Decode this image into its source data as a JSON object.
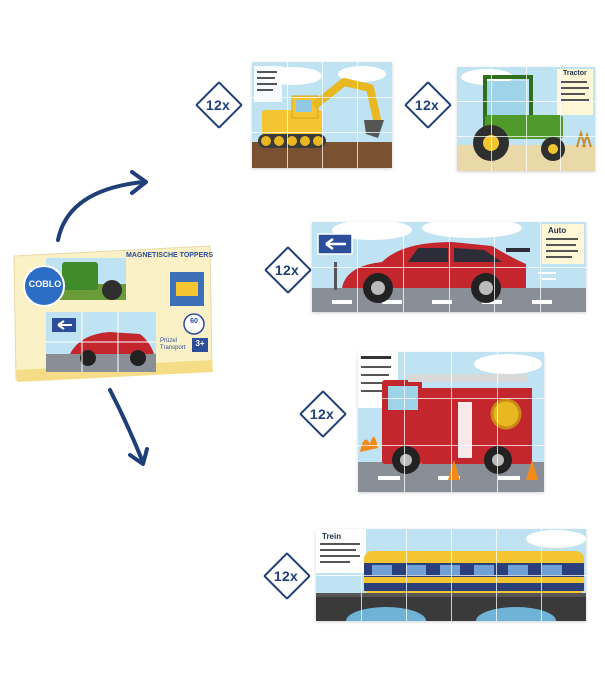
{
  "box": {
    "brand": "COBLO",
    "title": "MAGNETISCHE TOPPERS",
    "count_badge": "60",
    "subtitle_line1": "Prüzel",
    "subtitle_line2": "Transport",
    "age": "3+"
  },
  "badges": {
    "excavator": "12x",
    "tractor": "12x",
    "car": "12x",
    "firetruck": "12x",
    "train": "12x"
  },
  "puzzles": {
    "tractor_title": "Tractor",
    "car_title": "Auto",
    "train_title": "Trein"
  },
  "colors": {
    "navy": "#1f3f78",
    "sky": "#bfe3f2",
    "road": "#8a8f97",
    "red": "#c3262d",
    "yellow": "#f2c531",
    "green": "#4f9a2a"
  }
}
